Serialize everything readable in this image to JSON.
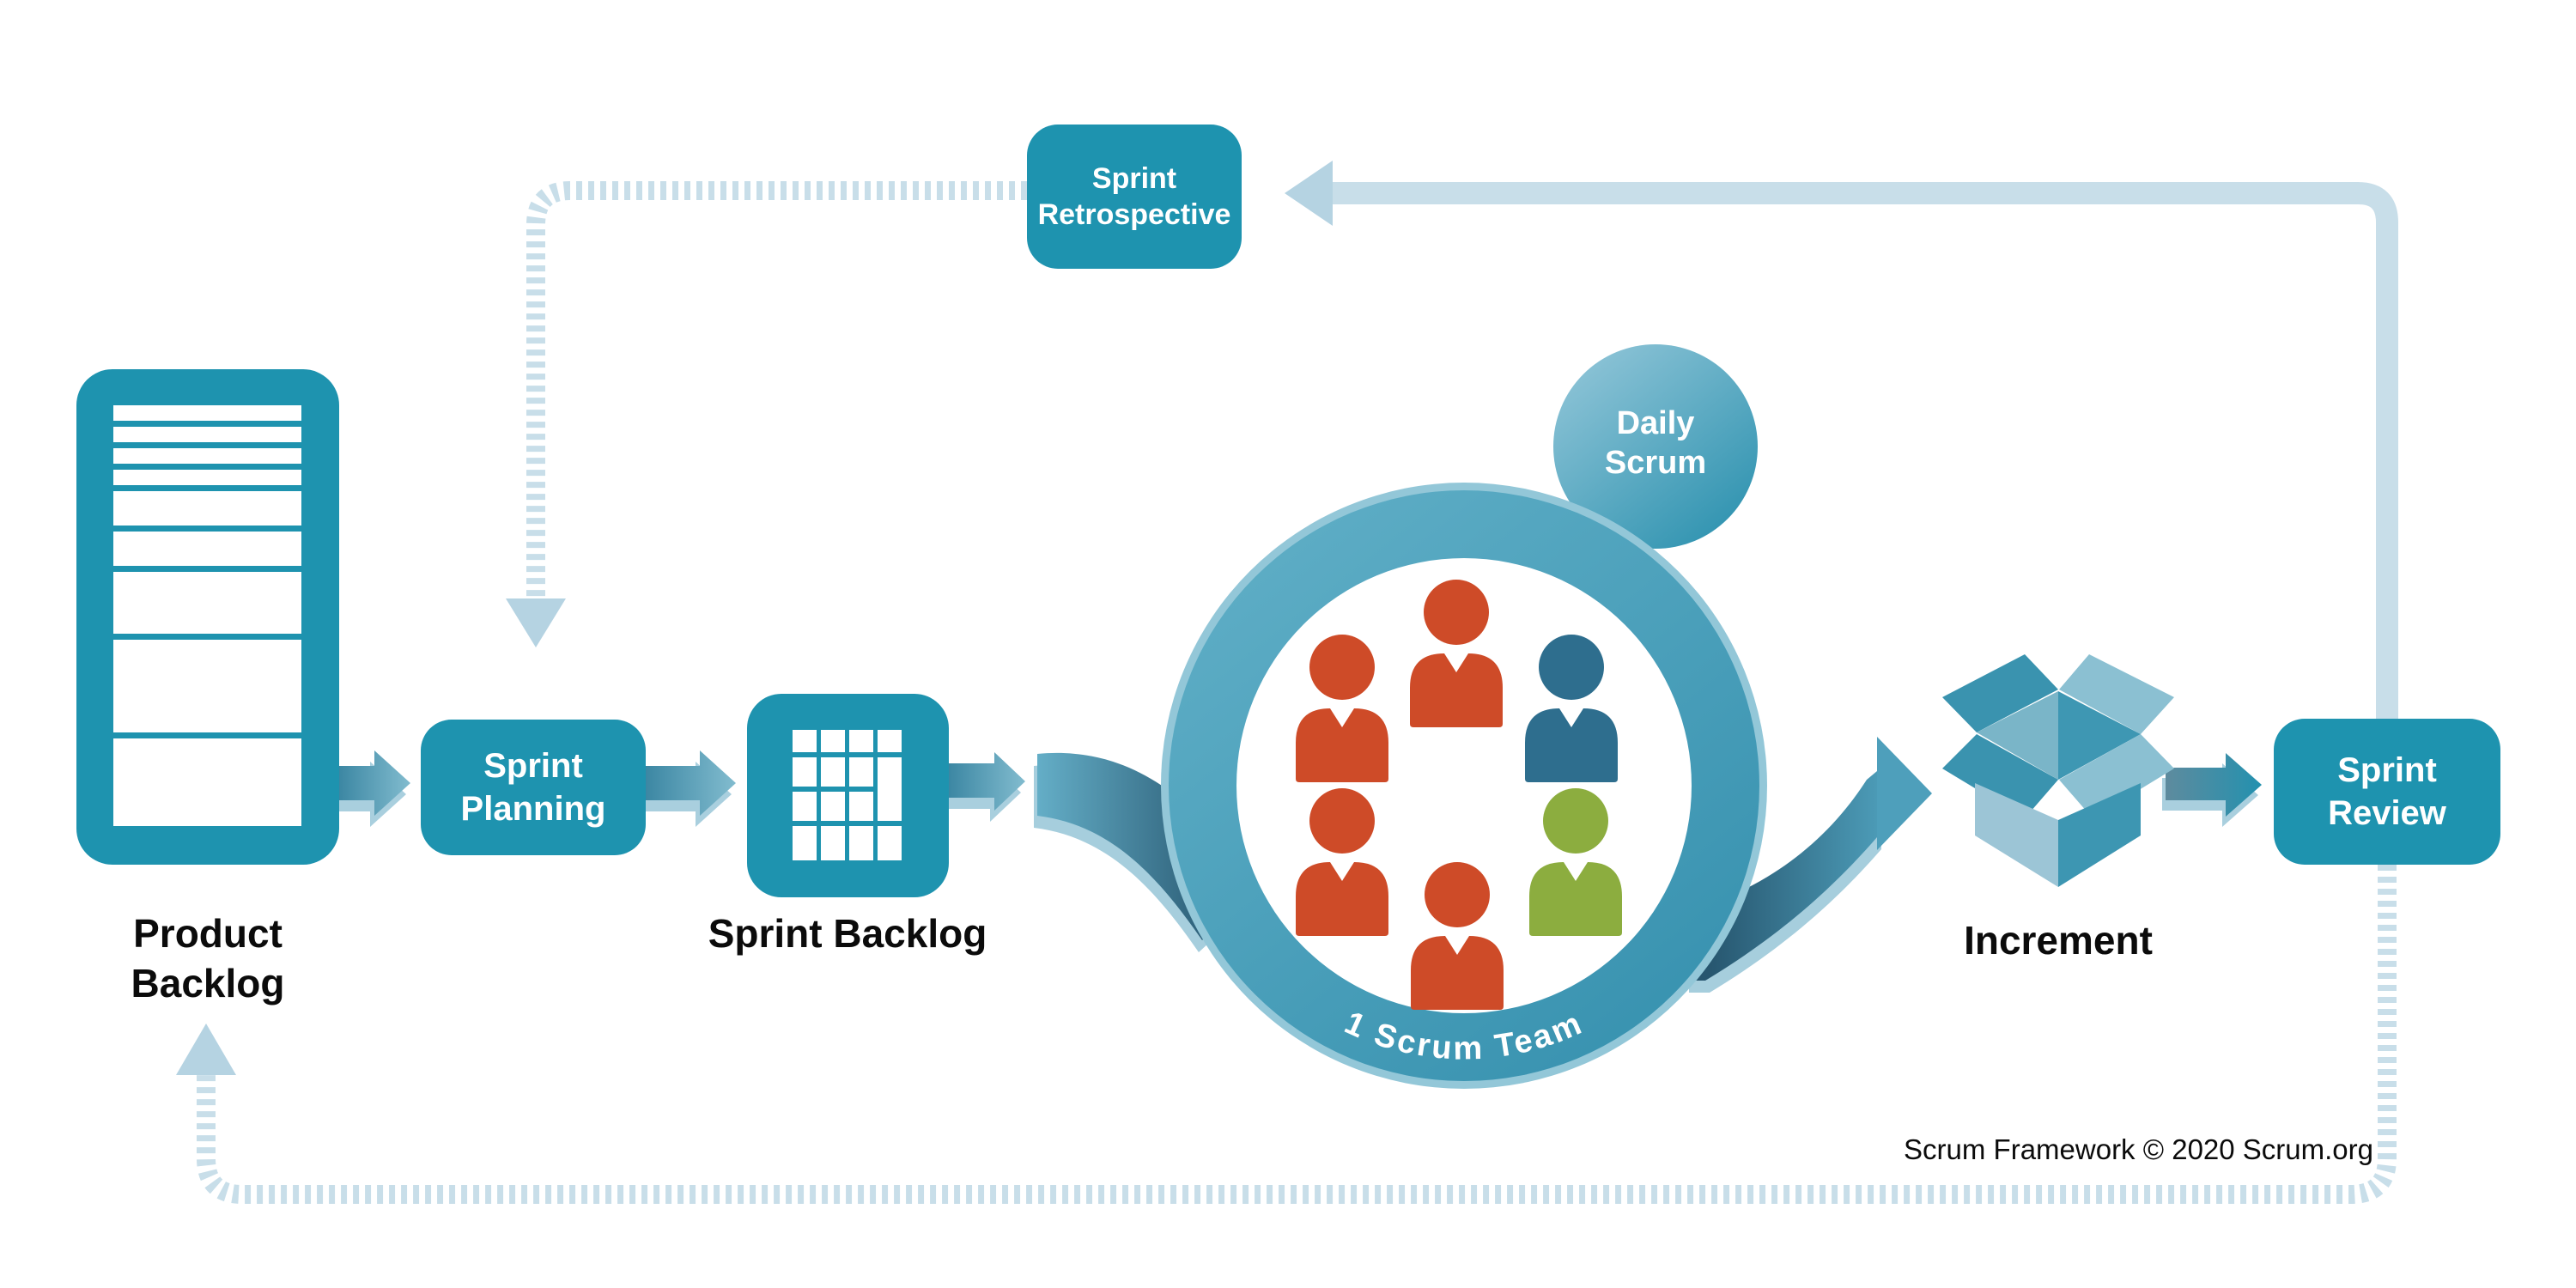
{
  "nodes": {
    "product_backlog": {
      "label": "Product Backlog"
    },
    "sprint_planning": {
      "label": "Sprint Planning"
    },
    "sprint_backlog": {
      "label": "Sprint Backlog"
    },
    "daily_scrum": {
      "label": "Daily Scrum"
    },
    "scrum_team": {
      "label": "1 Scrum Team"
    },
    "increment": {
      "label": "Increment"
    },
    "sprint_review": {
      "label": "Sprint Review"
    },
    "sprint_retrospective": {
      "label": "Sprint Retrospective"
    }
  },
  "footer": {
    "copyright": "Scrum Framework © 2020 Scrum.org"
  },
  "icons": {
    "product_backlog": "stacked-list-icon",
    "sprint_backlog": "task-board-grid-icon",
    "scrum_team": "team-ring-icon",
    "increment": "open-box-icon",
    "team_members": [
      "person-orange",
      "person-orange",
      "person-blue",
      "person-orange",
      "person-green",
      "person-orange"
    ]
  },
  "colors": {
    "teal_box": "#1E93AF",
    "ring_light_rim": "#93C7D8",
    "ring_gradient_start": "#55A7C0",
    "ring_gradient_end": "#3590AE",
    "loop_blue": "#C8DEE9",
    "loop_arrowhead_blue": "#B5D3E2",
    "swoosh_dark": "#27566F",
    "swoosh_light": "#64AEC7",
    "person_orange": "#CE4B28",
    "person_blue": "#2E6E8E",
    "person_green": "#8CAD3F",
    "label_black": "#0B0B0B"
  }
}
